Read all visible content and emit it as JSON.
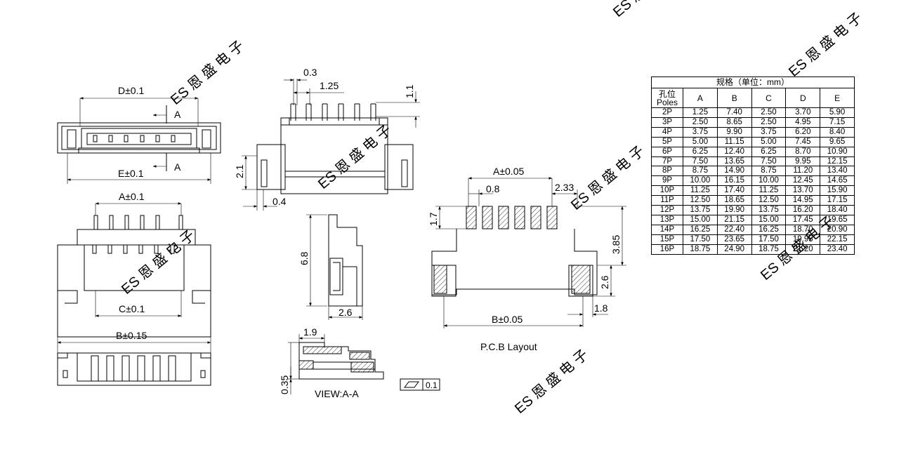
{
  "watermark": {
    "brand": "ES",
    "text": "恩 盛 电 子"
  },
  "view1": {
    "dim_d": "D±0.1",
    "section_top": "A",
    "dim_e": "E±0.1",
    "section_bottom": "A"
  },
  "view2": {
    "dim_a": "A±0.1",
    "dim_c": "C±0.1"
  },
  "view3": {
    "dim_b": "B±0.15"
  },
  "side_view": {
    "d_0_3": "0.3",
    "d_1_25": "1.25",
    "d_1_1": "1.1",
    "d_2_1": "2.1",
    "d_0_4": "0.4"
  },
  "profile_view": {
    "d_6_8": "6.8",
    "d_2_6": "2.6"
  },
  "section_view": {
    "d_1_9": "1.9",
    "d_0_35": "0.35",
    "flatness_value": "0.1",
    "label": "VIEW:A-A"
  },
  "pcb_layout": {
    "dim_a": "A±0.05",
    "d_0_8": "0.8",
    "d_2_33": "2.33",
    "d_1_7": "1.7",
    "d_3_85": "3.85",
    "d_2_6": "2.6",
    "d_1_8": "1.8",
    "dim_b": "B±0.05",
    "label": "P.C.B Layout"
  },
  "spec_table": {
    "caption": "规格（单位：mm）",
    "poles_header": [
      "孔位",
      "Poles"
    ],
    "columns": [
      "A",
      "B",
      "C",
      "D",
      "E"
    ],
    "rows": [
      [
        "2P",
        "1.25",
        "7.40",
        "2.50",
        "3.70",
        "5.90"
      ],
      [
        "3P",
        "2.50",
        "8.65",
        "2.50",
        "4.95",
        "7.15"
      ],
      [
        "4P",
        "3.75",
        "9.90",
        "3.75",
        "6.20",
        "8.40"
      ],
      [
        "5P",
        "5.00",
        "11.15",
        "5.00",
        "7.45",
        "9.65"
      ],
      [
        "6P",
        "6.25",
        "12.40",
        "6.25",
        "8.70",
        "10.90"
      ],
      [
        "7P",
        "7.50",
        "13.65",
        "7.50",
        "9.95",
        "12.15"
      ],
      [
        "8P",
        "8.75",
        "14.90",
        "8.75",
        "11.20",
        "13.40"
      ],
      [
        "9P",
        "10.00",
        "16.15",
        "10.00",
        "12.45",
        "14.65"
      ],
      [
        "10P",
        "11.25",
        "17.40",
        "11.25",
        "13.70",
        "15.90"
      ],
      [
        "11P",
        "12.50",
        "18.65",
        "12.50",
        "14.95",
        "17.15"
      ],
      [
        "12P",
        "13.75",
        "19.90",
        "13.75",
        "16.20",
        "18.40"
      ],
      [
        "13P",
        "15.00",
        "21.15",
        "15.00",
        "17.45",
        "19.65"
      ],
      [
        "14P",
        "16.25",
        "22.40",
        "16.25",
        "18.70",
        "20.90"
      ],
      [
        "15P",
        "17.50",
        "23.65",
        "17.50",
        "19.95",
        "22.15"
      ],
      [
        "16P",
        "18.75",
        "24.90",
        "18.75",
        "21.20",
        "23.40"
      ]
    ]
  }
}
